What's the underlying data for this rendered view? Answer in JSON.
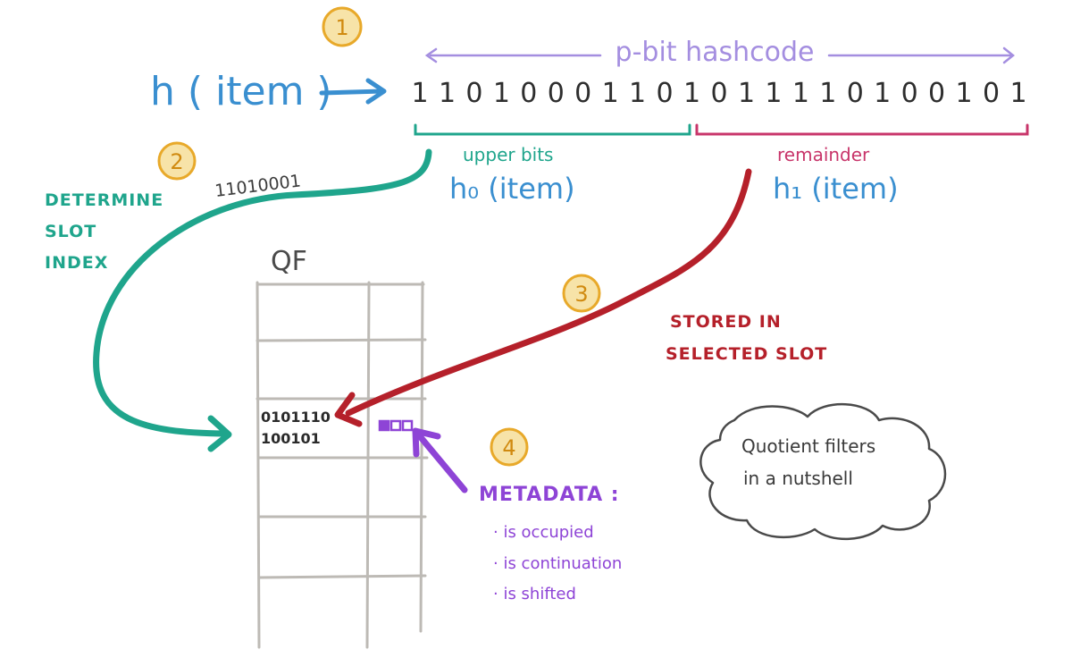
{
  "colors": {
    "blue": "#3a8fd0",
    "purple": "#a48ee0",
    "teal": "#1fa58c",
    "crimson": "#c8356a",
    "red": "#b5202a",
    "violet": "#8e44d6",
    "orange": "#e8a92a",
    "grid": "#bdbab5",
    "ink": "#4a4a4a"
  },
  "steps": [
    "1",
    "2",
    "3",
    "4"
  ],
  "hash_function": "h ( item )",
  "hash_span_label": "p-bit hashcode",
  "bits": [
    "1",
    "1",
    "0",
    "1",
    "0",
    "0",
    "0",
    "1",
    "1",
    "0",
    "1",
    "0",
    "1",
    "1",
    "1",
    "1",
    "0",
    "1",
    "0",
    "0",
    "1",
    "0",
    "1"
  ],
  "upper_bits": {
    "label": "upper bits",
    "function": "h₀ (item)"
  },
  "remainder": {
    "label": "remainder",
    "function": "h₁ (item)"
  },
  "slot_index_value": "11010001",
  "determine_label": [
    "DETERMINE",
    "SLOT",
    "INDEX"
  ],
  "qf_title": "QF",
  "stored_slot_bits": [
    "0101110",
    "100101"
  ],
  "stored_label": [
    "STORED IN",
    "SELECTED SLOT"
  ],
  "metadata": {
    "title": "METADATA :",
    "items": [
      "· is occupied",
      "· is continuation",
      "· is shifted"
    ]
  },
  "cloud_text": [
    "Quotient filters",
    "in a nutshell"
  ]
}
